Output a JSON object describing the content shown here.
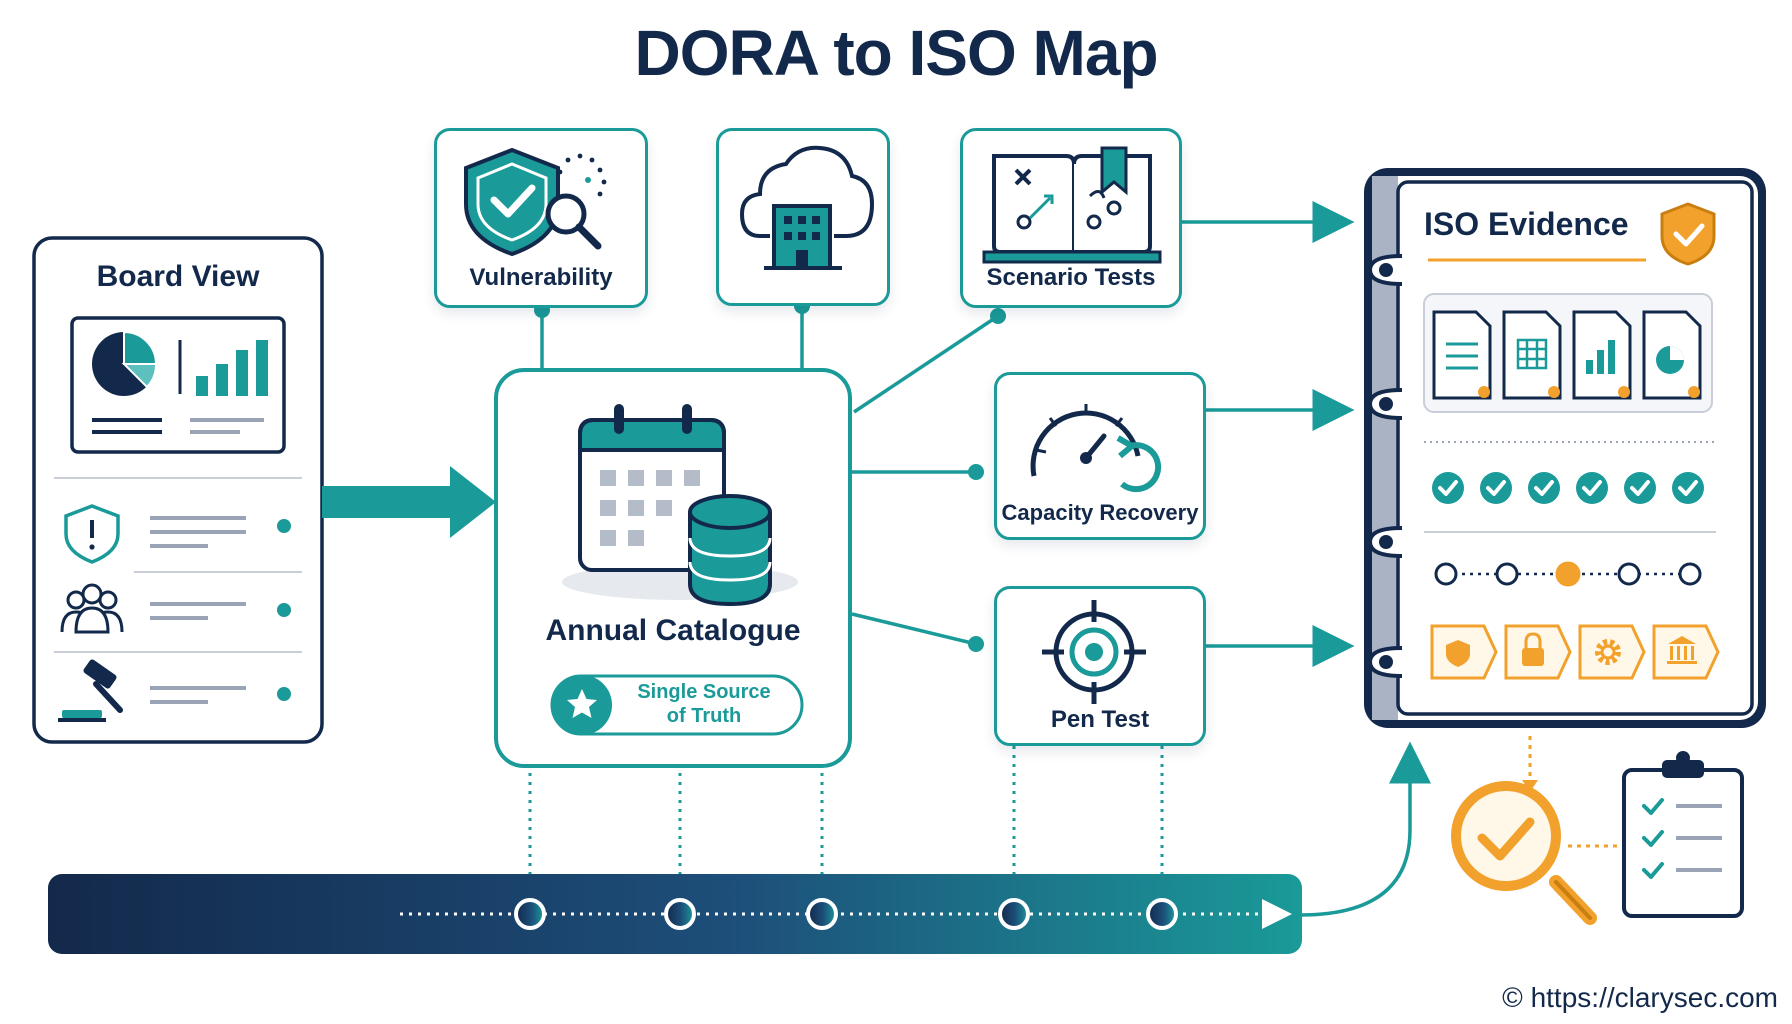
{
  "title": "DORA to ISO Map",
  "board_view": {
    "title": "Board View"
  },
  "annual_catalogue": {
    "title": "Annual Catalogue",
    "badge": "Single Source of Truth",
    "badge_line1": "Single Source",
    "badge_line2": "of Truth"
  },
  "top_cards": [
    {
      "label": "Vulnerability",
      "icon": "shield-search-icon"
    },
    {
      "label": "",
      "icon": "cloud-building-icon"
    },
    {
      "label": "Scenario Tests",
      "icon": "playbook-icon"
    }
  ],
  "side_cards": [
    {
      "label": "Capacity Recovery",
      "icon": "gauge-recovery-icon"
    },
    {
      "label": "Pen Test",
      "icon": "crosshair-icon"
    }
  ],
  "iso_evidence": {
    "title": "ISO Evidence",
    "checks": 6,
    "progress_step": 3,
    "progress_total": 5
  },
  "timeline": {
    "milestones": 5
  },
  "footer": "© https://clarysec.com",
  "colors": {
    "navy": "#13294b",
    "teal": "#1a9a98",
    "orange": "#f2a22c"
  }
}
